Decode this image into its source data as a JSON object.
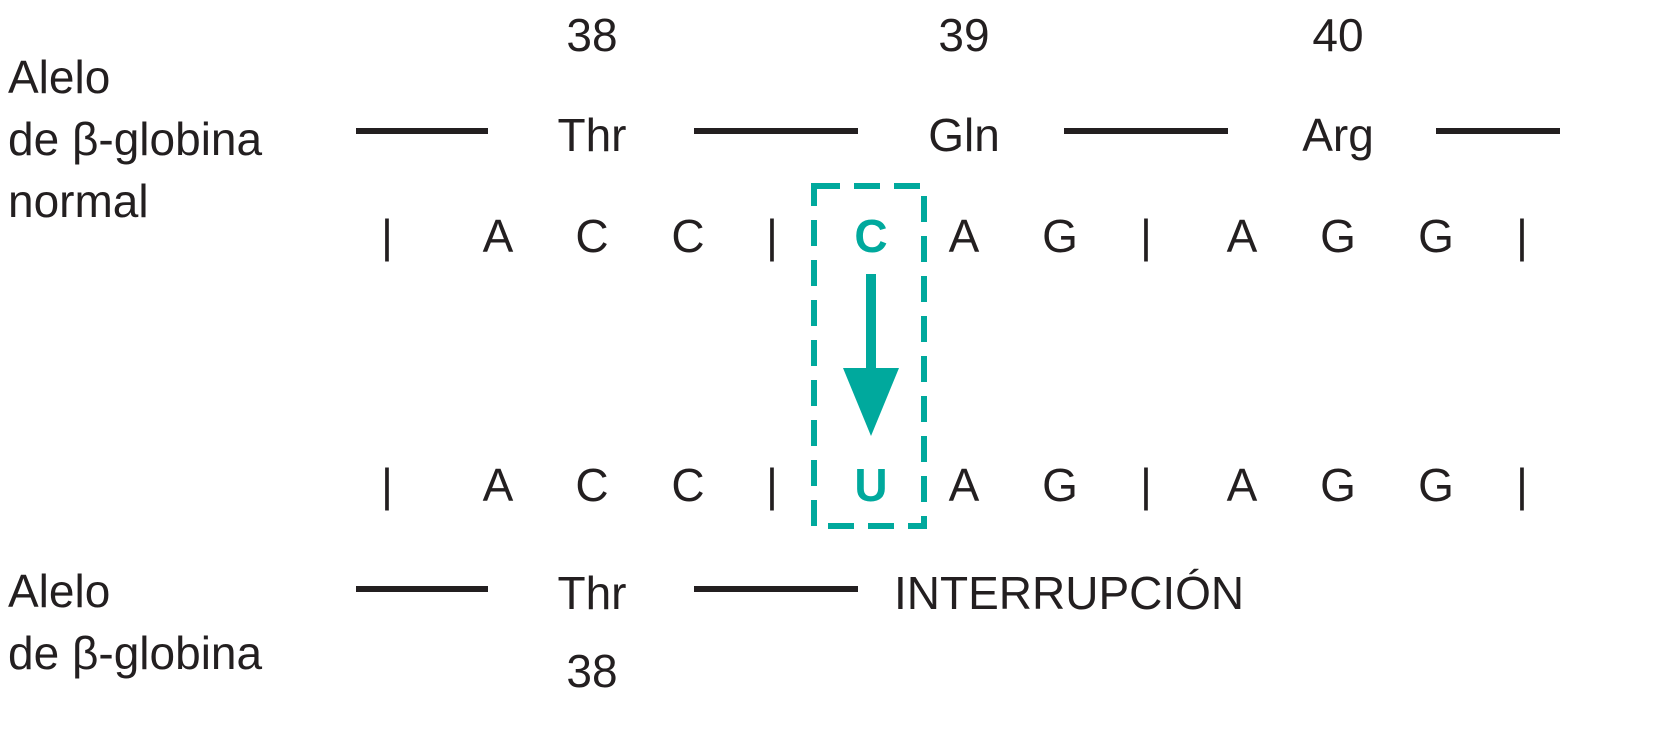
{
  "normal": {
    "label_lines": [
      "Alelo",
      "de β-globina",
      "normal"
    ],
    "codon_numbers": [
      "38",
      "39",
      "40"
    ],
    "amino_acids": [
      "Thr",
      "Gln",
      "Arg"
    ],
    "sequence": [
      "|",
      "A",
      "C",
      "C",
      "|",
      "C",
      "A",
      "G",
      "|",
      "A",
      "G",
      "G",
      "|"
    ]
  },
  "mutant": {
    "label_lines": [
      "Alelo",
      "de β-globina"
    ],
    "amino_acid": "Thr",
    "codon_number": "38",
    "stop_text": "INTERRUPCIÓN",
    "sequence": [
      "|",
      "A",
      "C",
      "C",
      "|",
      "U",
      "A",
      "G",
      "|",
      "A",
      "G",
      "G",
      "|"
    ]
  },
  "mutation": {
    "from": "C",
    "to": "U",
    "accent_color": "#00a99d"
  }
}
